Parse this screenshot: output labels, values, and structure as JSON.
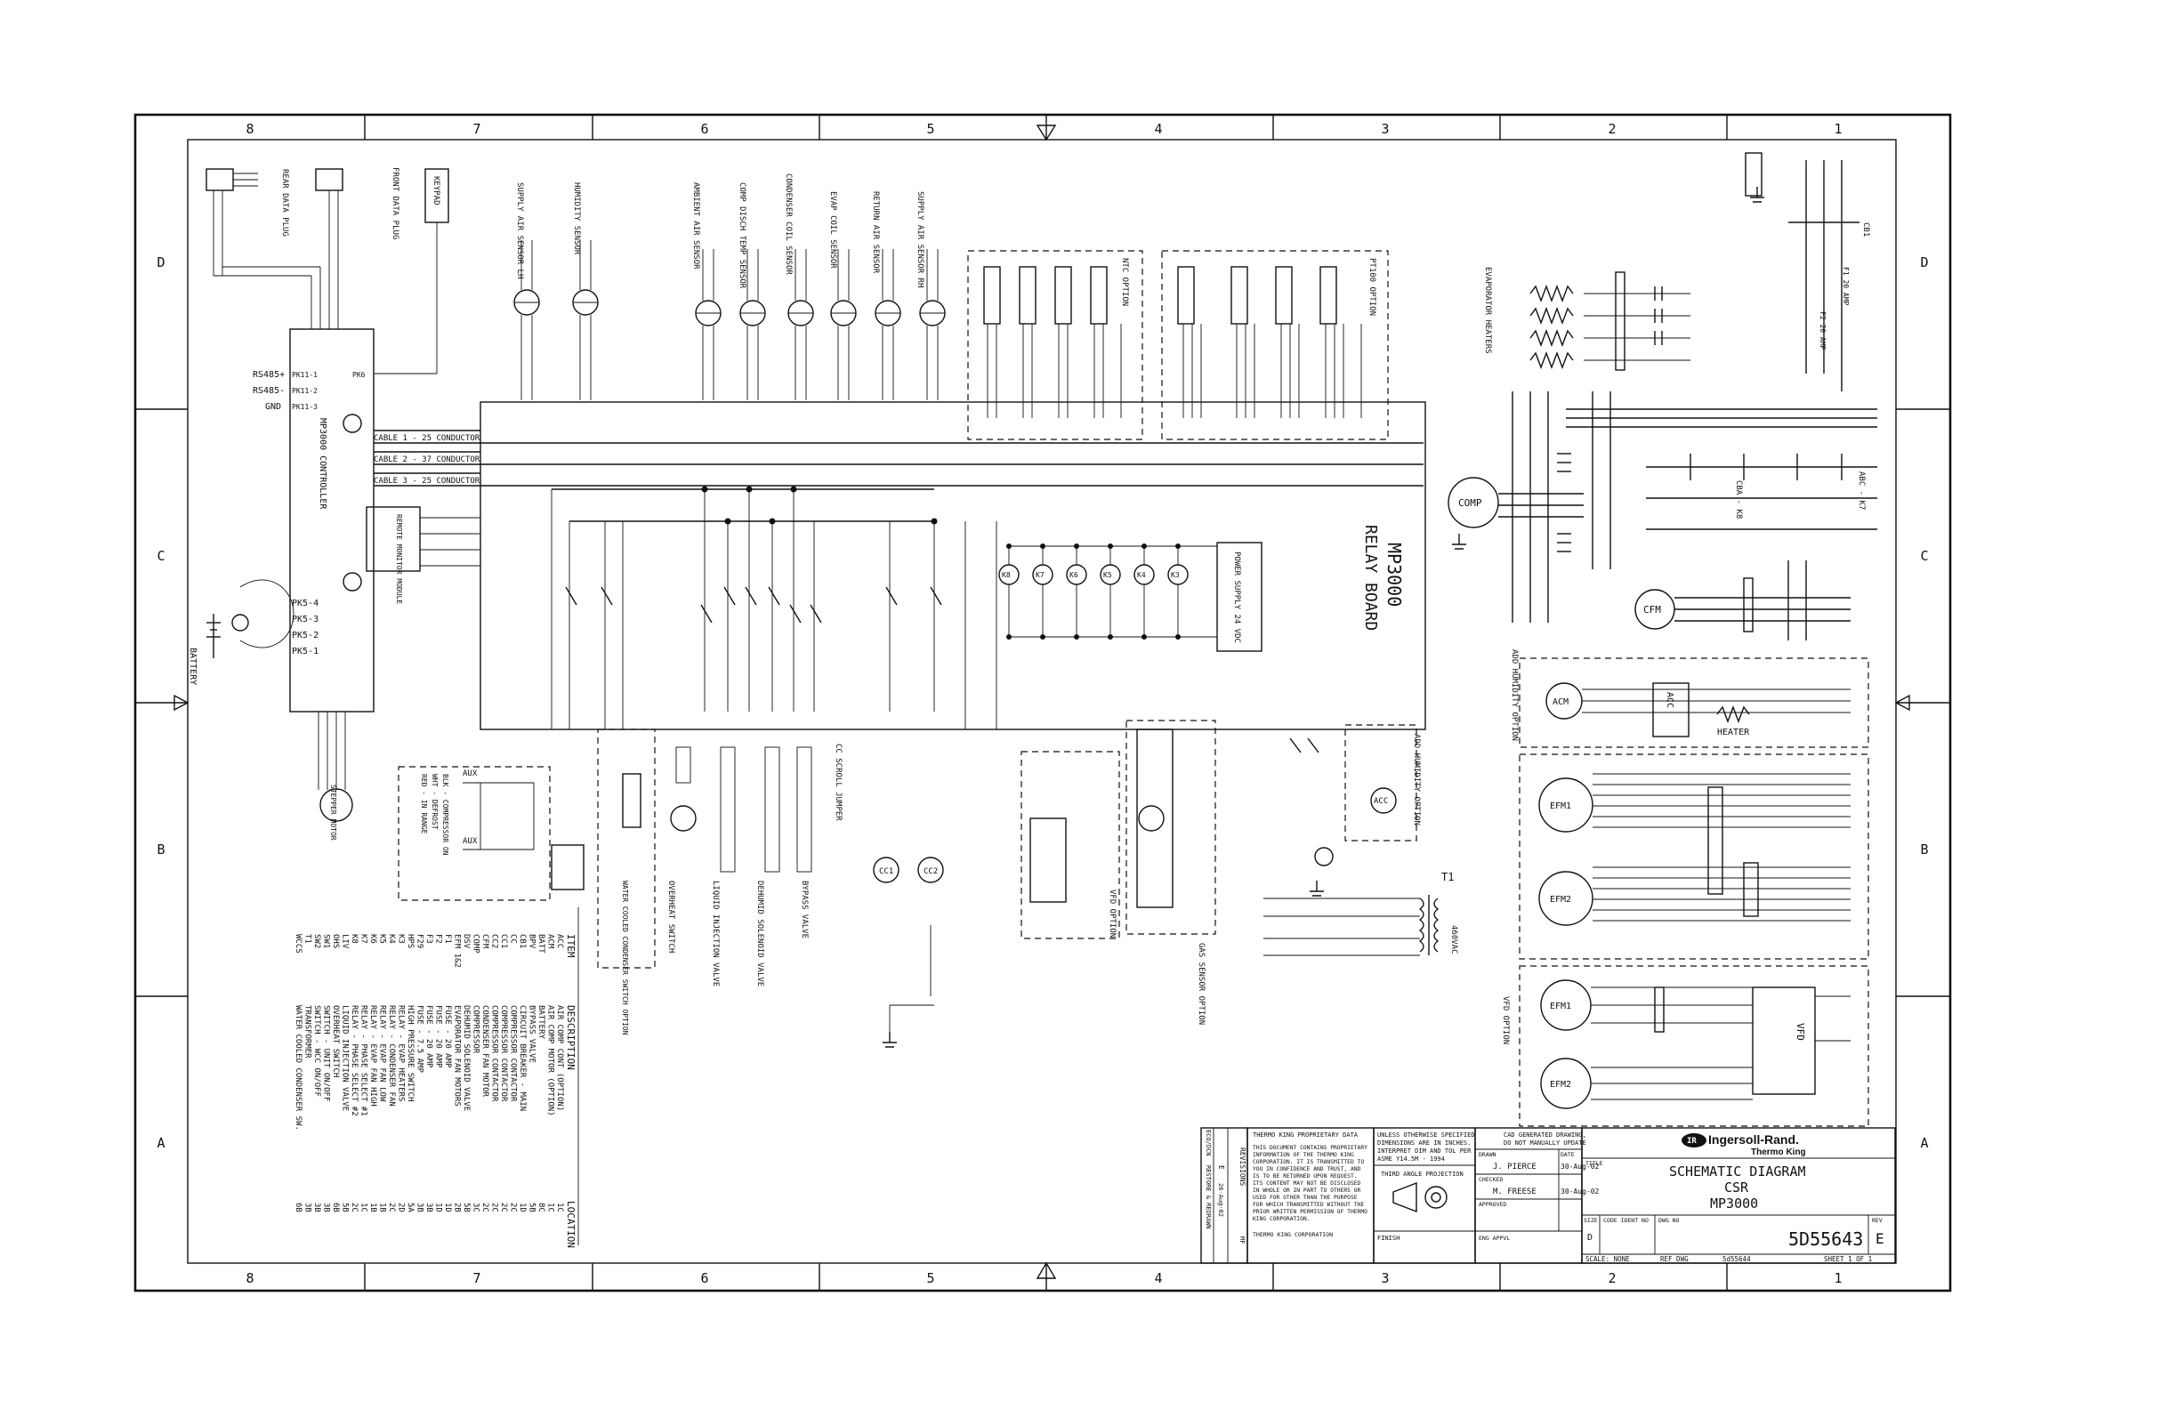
{
  "grid": {
    "columns": [
      "8",
      "7",
      "6",
      "5",
      "4",
      "3",
      "2",
      "1"
    ],
    "rows": [
      "D",
      "C",
      "B",
      "A"
    ]
  },
  "controller": {
    "title": "MP3000 CONTROLLER",
    "keypad": "KEYPAD",
    "rear_plug": "REAR DATA PLUG",
    "front_plug": "FRONT DATA PLUG",
    "rs485_plus": "RS485+",
    "rs485_minus": "RS485-",
    "gnd": "GND",
    "pk11_1": "PK11-1",
    "pk11_2": "PK11-2",
    "pk11_3": "PK11-3",
    "pk6": "PK6",
    "pk5_4": "PK5-4",
    "pk5_3": "PK5-3",
    "pk5_2": "PK5-2",
    "pk5_1": "PK5-1",
    "cable1": "CABLE 1 - 25 CONDUCTOR",
    "cable2": "CABLE 2 - 37 CONDUCTOR",
    "cable3": "CABLE 3 - 25 CONDUCTOR",
    "battery": "BATTERY",
    "stepper_motor": "STEPPER MOTOR",
    "remote_monitor": "REMOTE MONITOR MODULE"
  },
  "relay_board": {
    "title": "MP3000",
    "subtitle": "RELAY BOARD",
    "power_supply": "POWER SUPPLY 24 VDC",
    "relays": [
      "K8",
      "K7",
      "K6",
      "K5",
      "K4",
      "K3"
    ]
  },
  "sensors": [
    {
      "label": "SUPPLY AIR SENSOR LH"
    },
    {
      "label": "HUMIDITY SENSOR"
    },
    {
      "label": "AMBIENT AIR SENSOR"
    },
    {
      "label": "COMP DISCH TEMP SENSOR"
    },
    {
      "label": "CONDENSER COIL SENSOR"
    },
    {
      "label": "EVAP COIL SENSOR"
    },
    {
      "label": "RETURN AIR SENSOR"
    },
    {
      "label": "SUPPLY AIR SENSOR RH"
    }
  ],
  "options": {
    "ntc": "NTC OPTION",
    "pt100": "PT100 OPTION",
    "vfd": "VFD OPTION",
    "gas": "GAS SENSOR OPTION",
    "humidity": "ADD HUMIDITY OPTION",
    "water_cooled": "WATER COOLED CONDENSER SWITCH OPTION",
    "scroll_jumper": "CC SCROLL JUMPER",
    "aux": "AUX",
    "aux_note1": "RED - IN RANGE",
    "aux_note2": "WHT - DEFROST",
    "aux_note3": "BLK - COMPRESSOR ON"
  },
  "power_section": {
    "evaporator_heaters": "EVAPORATOR HEATERS",
    "comp": "COMP",
    "cfm": "CFM",
    "acm": "ACM",
    "acc": "ACC",
    "heater": "HEATER",
    "vfd": "VFD",
    "cb1": "CB1",
    "f1": "F1 20 AMP",
    "f2": "F2 20 AMP",
    "abc_k7": "ABC - K7",
    "cba_k8": "CBA - K8",
    "t1": "T1",
    "v460": "460VAC"
  },
  "legend": {
    "item_header": "ITEM",
    "desc_header": "DESCRIPTION",
    "loc_header": "LOCATION",
    "rows": [
      {
        "item": "ACC",
        "desc": "AIR COMP CONT (OPTION)",
        "loc": "1C"
      },
      {
        "item": "ACM",
        "desc": "AIR COMP MOTOR (OPTION)",
        "loc": "1C"
      },
      {
        "item": "BATT",
        "desc": "BATTERY",
        "loc": "8C"
      },
      {
        "item": "BPV",
        "desc": "BYPASS VALVE",
        "loc": "5B"
      },
      {
        "item": "CB1",
        "desc": "CIRCUIT BREAKER - MAIN",
        "loc": "1D"
      },
      {
        "item": "CC",
        "desc": "COMPRESSOR CONTACTOR",
        "loc": "2C"
      },
      {
        "item": "CC1",
        "desc": "COMPRESSOR CONTACTOR",
        "loc": "2C"
      },
      {
        "item": "CC2",
        "desc": "COMPRESSOR CONTACTOR",
        "loc": "2C"
      },
      {
        "item": "CFM",
        "desc": "CONDENSER FAN MOTOR",
        "loc": "2C"
      },
      {
        "item": "COMP",
        "desc": "COMPRESSOR",
        "loc": "3C"
      },
      {
        "item": "DSV",
        "desc": "DEHUMID SOLENOID VALVE",
        "loc": "5B"
      },
      {
        "item": "EFM 1&2",
        "desc": "EVAPORATOR FAN MOTORS",
        "loc": "2B"
      },
      {
        "item": "F1",
        "desc": "FUSE - 20 AMP",
        "loc": "1D"
      },
      {
        "item": "F2",
        "desc": "FUSE - 20 AMP",
        "loc": "1D"
      },
      {
        "item": "F3",
        "desc": "FUSE - 20 AMP",
        "loc": "3B"
      },
      {
        "item": "F29",
        "desc": "FUSE - 7.5 AMP",
        "loc": "3B"
      },
      {
        "item": "HPS",
        "desc": "HIGH PRESSURE SWITCH",
        "loc": "5A"
      },
      {
        "item": "K3",
        "desc": "RELAY - EVAP HEATERS",
        "loc": "2D"
      },
      {
        "item": "K4",
        "desc": "RELAY - CONDENSER FAN",
        "loc": "2C"
      },
      {
        "item": "K5",
        "desc": "RELAY - EVAP FAN LOW",
        "loc": "1B"
      },
      {
        "item": "K6",
        "desc": "RELAY - EVAP FAN HIGH",
        "loc": "1B"
      },
      {
        "item": "K7",
        "desc": "RELAY - PHASE SELECT #1",
        "loc": "1C"
      },
      {
        "item": "K8",
        "desc": "RELAY - PHASE SELECT #2",
        "loc": "2C"
      },
      {
        "item": "LIV",
        "desc": "LIQUID INJECTION VALVE",
        "loc": "5B"
      },
      {
        "item": "OHS",
        "desc": "OVERHEAT SWITCH",
        "loc": "6B"
      },
      {
        "item": "SW1",
        "desc": "SWITCH - UNIT ON/OFF",
        "loc": "3B"
      },
      {
        "item": "SW2",
        "desc": "SWITCH - WCC ON/OFF",
        "loc": "3B"
      },
      {
        "item": "T1",
        "desc": "TRANSFORMER",
        "loc": "3B"
      },
      {
        "item": "WCCS",
        "desc": "WATER COOLED CONDENSER SW.",
        "loc": "6B"
      }
    ]
  },
  "title_block": {
    "proprietary_title": "THERMO KING PROPRIETARY DATA",
    "proprietary_text": [
      "THIS DOCUMENT CONTAINS PROPRIETARY",
      "INFORMATION OF THE THERMO KING",
      "CORPORATION. IT IS TRANSMITTED TO",
      "YOU IN CONFIDENCE AND TRUST, AND",
      "IS TO BE RETURNED UPON REQUEST.",
      "ITS CONTENT MAY NOT BE DISCLOSED",
      "IN WHOLE OR IN PART TO OTHERS OR",
      "USED FOR OTHER THAN THE PURPOSE",
      "FOR WHICH TRANSMITTED WITHOUT THE",
      "PRIOR WRITTEN PERMISSION OF THERMO",
      "KING CORPORATION."
    ],
    "corp": "THERMO KING CORPORATION",
    "tolerance": [
      "UNLESS OTHERWISE SPECIFIED",
      "DIMENSIONS ARE IN INCHES.",
      "INTERPRET DIM AND TOL PER",
      "ASME Y14.5M - 1994"
    ],
    "cad_note": [
      "CAD GENERATED DRAWING,",
      "DO NOT MANUALLY UPDATE"
    ],
    "projection": "THIRD ANGLE PROJECTION",
    "finish": "FINISH",
    "drawn_label": "DRAWN",
    "drawn_by": "J. PIERCE",
    "date_label": "DATE",
    "drawn_date": "30-Aug-02",
    "checked_label": "CHECKED",
    "checked_by": "M. FREESE",
    "checked_date": "30-Aug-02",
    "approved_label": "APPROVED",
    "eng_appvl": "ENG APPVL",
    "title_label": "TITLE",
    "title_line1": "SCHEMATIC DIAGRAM",
    "title_line2": "CSR",
    "title_line3": "MP3000",
    "size_label": "SIZE",
    "size": "D",
    "code_ident": "CODE IDENT NO",
    "dwg_no_label": "DWG NO",
    "dwg_no": "5D55643",
    "rev_label": "REV",
    "rev": "E",
    "scale": "SCALE: NONE",
    "ref_dwg_label": "REF DWG",
    "ref_dwg": "5d55644",
    "sheet": "SHEET 1 OF 1",
    "logo_brand": "Ingersoll-Rand.",
    "logo_sub": "Thermo King",
    "revisions": "REVISIONS",
    "rev_entry_letter": "E",
    "rev_entry_date": "26-Aug-02",
    "rev_entry_desc": "RESTORE & REDRAWN",
    "rev_entry_by": "MF",
    "eco": "ECO/DCN"
  }
}
